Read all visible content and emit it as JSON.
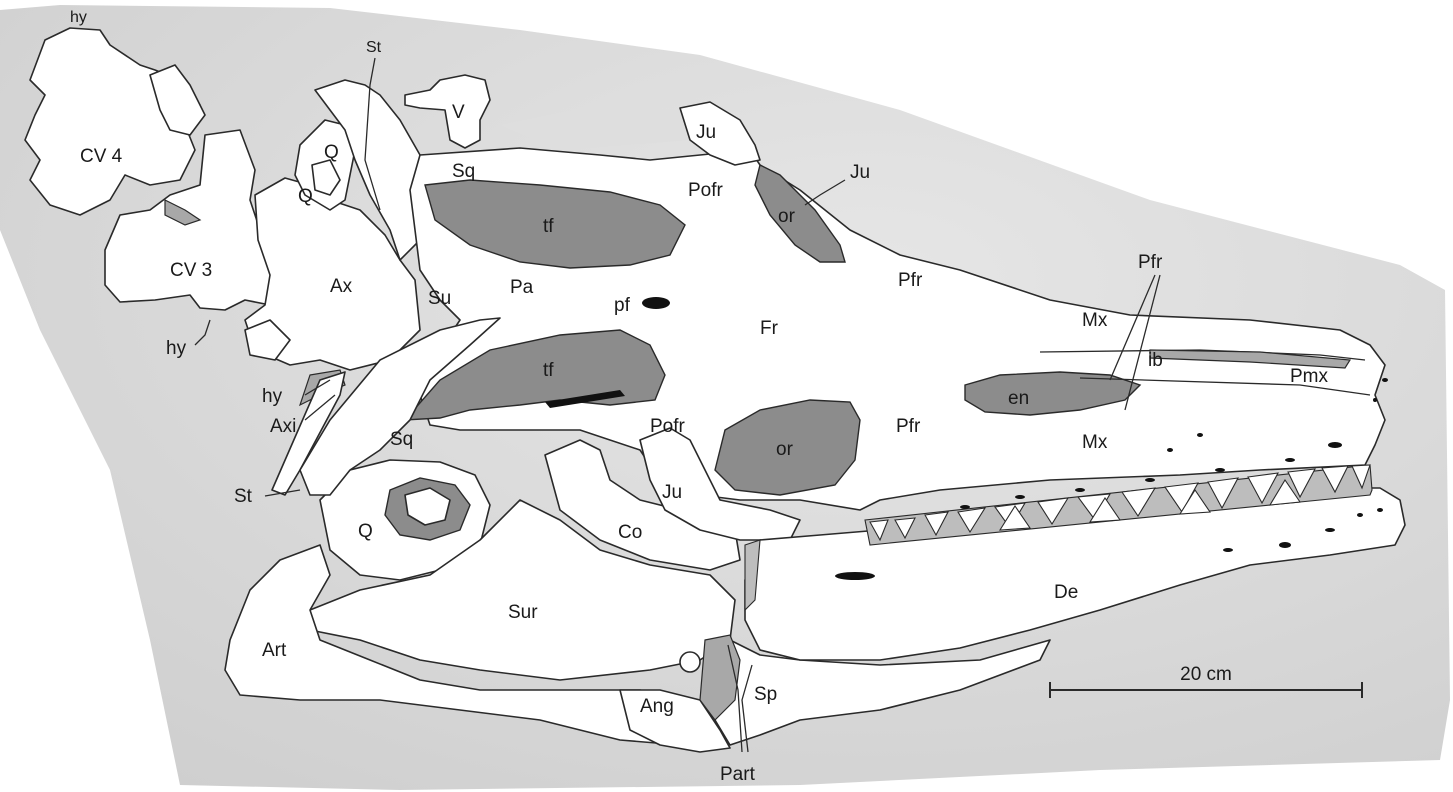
{
  "labels": {
    "hy_top": "hy",
    "st_top": "St",
    "cv4": "CV 4",
    "cv3": "CV 3",
    "hy_left": "hy",
    "hy_low": "hy",
    "axi": "Axi",
    "st_low": "St",
    "q1": "Q",
    "q2": "Q",
    "q3": "Q",
    "ax": "Ax",
    "su": "Su",
    "v": "V",
    "sq_top": "Sq",
    "sq_low": "Sq",
    "tf_top": "tf",
    "tf_low": "tf",
    "pa": "Pa",
    "pf": "pf",
    "ju_top": "Ju",
    "ju_right": "Ju",
    "ju_low": "Ju",
    "pofr_top": "Pofr",
    "pofr_low": "Pofr",
    "or_top": "or",
    "or_low": "or",
    "pfr_top": "Pfr",
    "pfr_mid": "Pfr",
    "pfr_low": "Pfr",
    "fr": "Fr",
    "mx_top": "Mx",
    "mx_low": "Mx",
    "ib": "ib",
    "pmx": "Pmx",
    "en": "en",
    "co": "Co",
    "sur": "Sur",
    "art": "Art",
    "ang": "Ang",
    "sp": "Sp",
    "part": "Part",
    "de": "De"
  },
  "scale_bar": {
    "label": "20 cm"
  }
}
